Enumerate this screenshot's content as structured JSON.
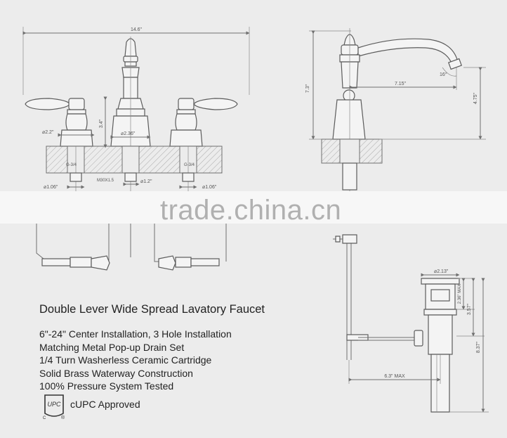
{
  "watermark": "trade.china.cn",
  "product": {
    "title": "Double Lever Wide Spread Lavatory Faucet",
    "features": [
      "6\"-24\" Center Installation, 3 Hole Installation",
      "Matching Metal Pop-up Drain Set",
      "1/4 Turn Washerless Ceramic Cartridge",
      "Solid Brass Waterway Construction",
      "100% Pressure System Tested"
    ]
  },
  "certification": {
    "label": "cUPC Approved",
    "logo_text": "UPC",
    "logo_mark_c": "C",
    "logo_mark_r": "®"
  },
  "dimensions": {
    "front": {
      "overall_width": "14.6\"",
      "handle_base_dia": "⌀2.2\"",
      "spout_height": "3.4\"",
      "spout_base_dia": "⌀2.36\"",
      "thread_left": "G-3/4",
      "thread_right": "G-3/4",
      "nut_thread": "M30X1.5",
      "spout_shank_dia": "⌀1.2\"",
      "left_shank_dia": "⌀1.06\"",
      "right_shank_dia": "⌀1.06\""
    },
    "side": {
      "overall_height": "7.3\"",
      "spout_reach": "7.15\"",
      "spout_angle": "16°",
      "spout_clearance": "4.75\""
    },
    "drain": {
      "flange_dia": "⌀2.13\"",
      "pop_up_max": "2.36\" MAX",
      "tailpiece_top": "3.57\"",
      "overall_length": "8.37\"",
      "rod_length": "6.3\" MAX"
    }
  }
}
